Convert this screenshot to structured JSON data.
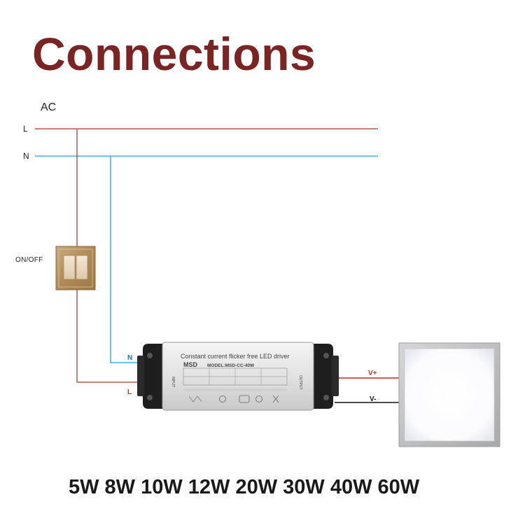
{
  "title": "Connections",
  "ac_label": "AC",
  "line_l_label": "L",
  "line_n_label": "N",
  "switch_label": "ON/OFF",
  "driver": {
    "input_n_label": "N",
    "input_l_label": "L",
    "heading": "Constant current flicker free LED driver",
    "brand": "MSD",
    "model": "MODEL:MSD-CC-40W",
    "input_tag": "INPUT",
    "output_tag": "OUTPUT"
  },
  "output_vplus_label": "V+",
  "output_vminus_label": "V-",
  "wattages": "5W 8W 10W 12W 20W 30W 40W 60W",
  "colors": {
    "title": "#7a2424",
    "live_wire": "#b5584a",
    "neutral_wire": "#3bb2dd",
    "positive_wire": "#cc2222",
    "negative_wire": "#111111"
  }
}
